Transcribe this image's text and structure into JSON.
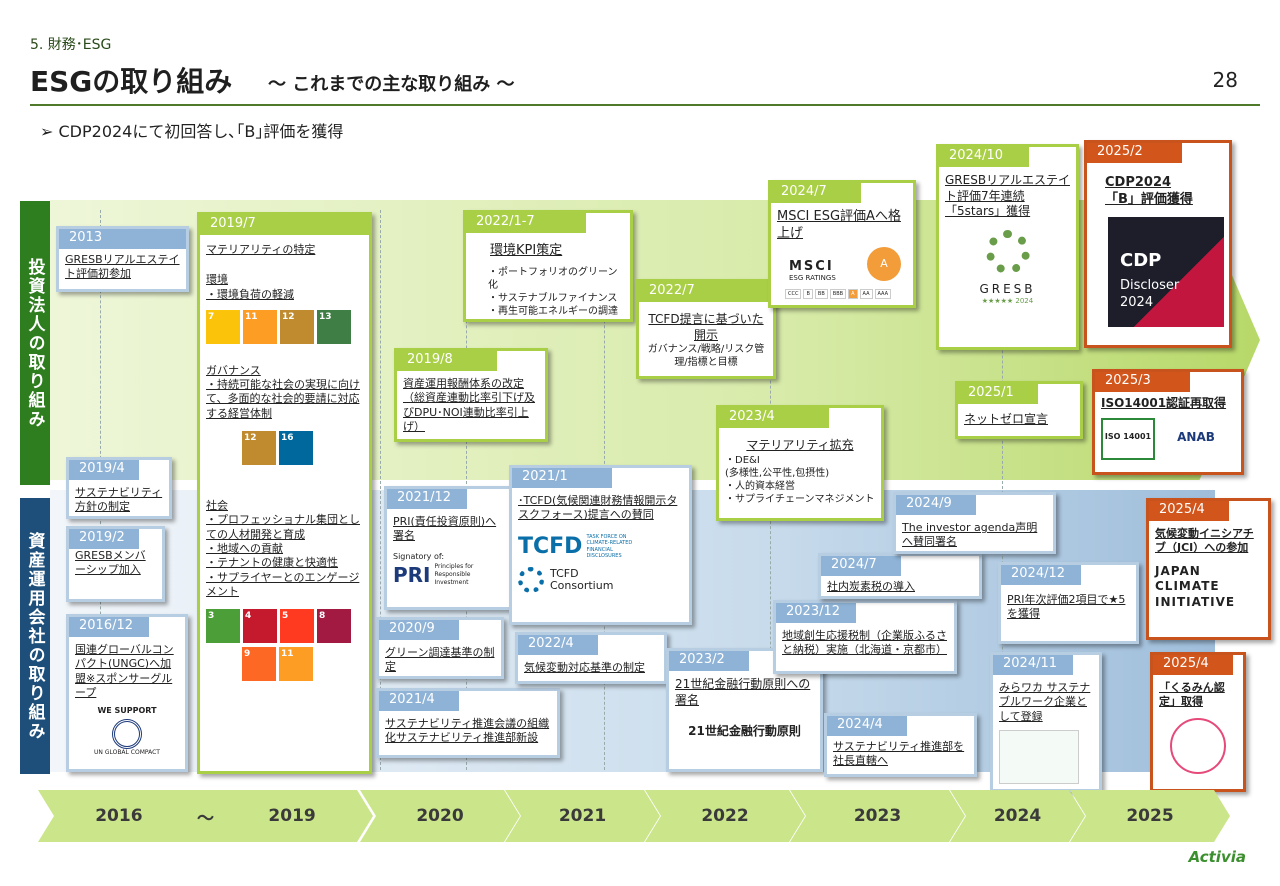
{
  "header": {
    "section": "5. 財務･ESG",
    "title": "ESGの取り組み",
    "subtitle": "～ これまでの主な取り組み ～",
    "page": "28"
  },
  "bullet": "➢ CDP2024にて初回答し､｢B｣評価を獲得",
  "side": {
    "invest": "投資法人の取り組み",
    "asset": "資産運用会社の取り組み"
  },
  "timeline": [
    "2016",
    "～",
    "2019",
    "2020",
    "2021",
    "2022",
    "2023",
    "2024",
    "2025"
  ],
  "invest": {
    "y2013": {
      "tag": "2013",
      "text": "GRESBリアルエステイト評価初参加"
    },
    "y2019_7": {
      "tag": "2019/7",
      "title": "マテリアリティの特定",
      "env_h": "環境",
      "env": "・環境負荷の軽減",
      "gov_h": "ガバナンス",
      "gov": "・持続可能な社会の実現に向けて、多面的な社会的要請に対応する経営体制",
      "soc_h": "社会",
      "soc1": "・プロフェッショナル集団としての人材開発と育成",
      "soc2": "・地域への貢献",
      "soc3": "・テナントの健康と快適性",
      "soc4": "・サプライヤーとのエンゲージメント"
    },
    "y2019_8": {
      "tag": "2019/8",
      "text": "資産運用報酬体系の改定（総資産連動比率引下げ及びDPU･NOI連動比率引上げ）"
    },
    "y2022_17": {
      "tag": "2022/1-7",
      "title": "環境KPI策定",
      "l1": "・ポートフォリオのグリーン化",
      "l2": "・サステナブルファイナンス",
      "l3": "・再生可能エネルギーの調達"
    },
    "y2022_7": {
      "tag": "2022/7",
      "title": "TCFD提言に基づいた開示",
      "sub": "ガバナンス/戦略/リスク管理/指標と目標"
    },
    "y2023_4": {
      "tag": "2023/4",
      "title": "マテリアリティ拡充",
      "l1": "・DE&I",
      "l2": "(多様性,公平性,包摂性)",
      "l3": "・人的資本経営",
      "l4": "・サプライチェーンマネジメント"
    },
    "y2024_7": {
      "tag": "2024/7",
      "title": "MSCI ESG評価Aへ格上げ",
      "msci": "MSCI",
      "msci_sub": "ESG RATINGS",
      "grade": "A",
      "scale": [
        "CCC",
        "B",
        "BB",
        "BBB",
        "A",
        "AA",
        "AAA"
      ]
    },
    "y2024_10": {
      "tag": "2024/10",
      "title": "GRESBリアルエステイト評価7年連続「5stars」獲得",
      "logo": "GRESB",
      "logo_sub": "★★★★★ 2024"
    },
    "y2025_2": {
      "tag": "2025/2",
      "title": "CDP2024",
      "title2": "「B」評価獲得",
      "logo": "CDP",
      "logo_sub": "Discloser",
      "logo_year": "2024"
    },
    "y2025_1": {
      "tag": "2025/1",
      "text": "ネットゼロ宣言"
    },
    "y2025_3": {
      "tag": "2025/3",
      "title": "ISO14001認証再取得",
      "iso": "ISO 14001",
      "anab": "ANAB"
    }
  },
  "asset": {
    "y2019_4": {
      "tag": "2019/4",
      "text": "サステナビリティ方針の制定"
    },
    "y2019_2": {
      "tag": "2019/2",
      "text": "GRESBメンバーシップ加入"
    },
    "y2016_12": {
      "tag": "2016/12",
      "text": "国連グローバルコンパクト(UNGC)へ加盟※スポンサーグループ",
      "logo": "WE SUPPORT",
      "logo2": "UN GLOBAL COMPACT"
    },
    "y2021_12": {
      "tag": "2021/12",
      "text": "PRI(責任投資原則)へ署名",
      "sig": "Signatory of:",
      "pri": "PRI",
      "pri_sub": "Principles for Responsible Investment"
    },
    "y2020_9": {
      "tag": "2020/9",
      "text": "グリーン調達基準の制定"
    },
    "y2021_4": {
      "tag": "2021/4",
      "text": "サステナビリティ推進会議の組織化サステナビリティ推進部新設"
    },
    "y2021_1": {
      "tag": "2021/1",
      "text": "･TCFD(気候関連財務情報開示タスクフォース)提言への賛同",
      "tcfd": "TCFD",
      "tcfd_sub": "TASK FORCE ON CLIMATE-RELATED FINANCIAL DISCLOSURES",
      "cons": "TCFD",
      "cons2": "Consortium"
    },
    "y2022_4": {
      "tag": "2022/4",
      "text": "気候変動対応基準の制定"
    },
    "y2023_2": {
      "tag": "2023/2",
      "text": "21世紀金融行動原則への署名",
      "logo": "21世紀金融行動原則"
    },
    "y2023_12": {
      "tag": "2023/12",
      "text": "地域創生応援税制（企業版ふるさと納税）実施（北海道・京都市）"
    },
    "y2024_7": {
      "tag": "2024/7",
      "text": "社内炭素税の導入"
    },
    "y2024_9": {
      "tag": "2024/9",
      "text": "The investor agenda声明へ賛同署名"
    },
    "y2024_4": {
      "tag": "2024/4",
      "text": "サステナビリティ推進部を社長直轄へ"
    },
    "y2024_12": {
      "tag": "2024/12",
      "text": "PRI年次評価2項目で★5を獲得"
    },
    "y2024_11": {
      "tag": "2024/11",
      "text": "みらワカ サステナブルワーク企業として登録"
    },
    "y2025_4a": {
      "tag": "2025/4",
      "text": "気候変動イニシアチブ（JCI）への参加",
      "logo": "JAPAN\nCLIMATE\nINITIATIVE"
    },
    "y2025_4b": {
      "tag": "2025/4",
      "text": "「くるみん認定」取得"
    }
  },
  "brand": "Activia",
  "colors": {
    "green": "#a9cf47",
    "blue": "#8fb3d6",
    "red": "#d2551b"
  }
}
